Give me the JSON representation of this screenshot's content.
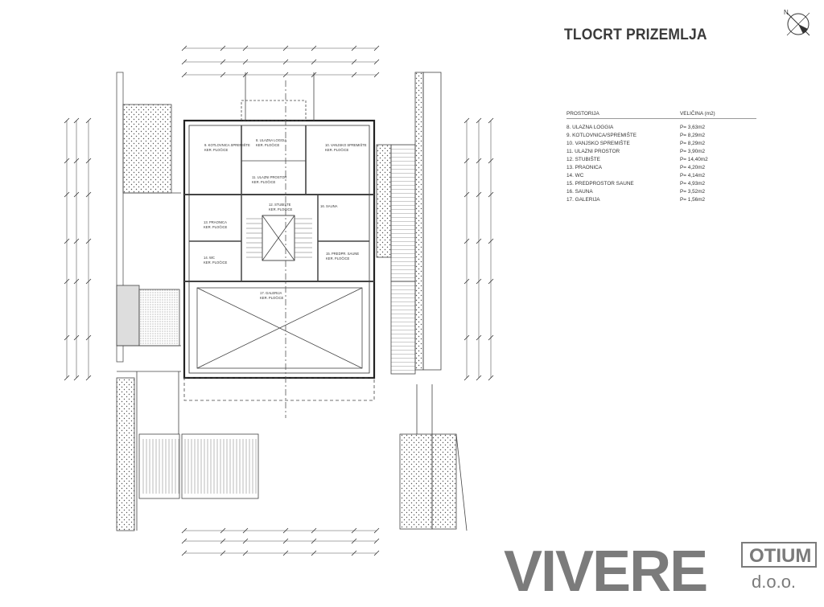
{
  "title": "TLOCRT PRIZEMLJA",
  "table": {
    "col_room": "PROSTORIJA",
    "col_size": "VELIČINA (m2)",
    "rows": [
      {
        "room": "8. ULAZNA LOGGIA",
        "size": "P= 3,63m2"
      },
      {
        "room": "9. KOTLOVNICA/SPREMIŠTE",
        "size": "P= 8,29m2"
      },
      {
        "room": "10. VANJSKO SPREMIŠTE",
        "size": "P= 8,29m2"
      },
      {
        "room": "11. ULAZNI PROSTOR",
        "size": "P= 3,90m2"
      },
      {
        "room": "12. STUBIŠTE",
        "size": "P= 14,40m2"
      },
      {
        "room": "13. PRAONICA",
        "size": "P= 4,20m2"
      },
      {
        "room": "14. WC",
        "size": "P= 4,14m2"
      },
      {
        "room": "15. PREDPROSTOR SAUNE",
        "size": "P= 4,93m2"
      },
      {
        "room": "16. SAUNA",
        "size": "P= 3,52m2"
      },
      {
        "room": "17. GALERIJA",
        "size": "P= 1,56m2"
      }
    ]
  },
  "plan_labels": {
    "r8": "8. ULAZNA LOGGIA",
    "r9": "9. KOTLOVNICA SPREMIŠTE",
    "r10": "10. VANJSKO SPREMIŠTE",
    "r11": "11. ULAZNI PROSTOR",
    "r12": "12. STUBIŠTE",
    "r13": "13. PRAONICA",
    "r14": "14. WC",
    "r15": "15. PREDPR. SAUNE",
    "r16": "16. SAUNA",
    "r17": "17. GALERIJA",
    "floor": "KER. PLOČICE"
  },
  "logo": {
    "main": "VIVERE",
    "otium": "OTIUM",
    "doo": "d.o.o."
  },
  "colors": {
    "line": "#444444",
    "logo": "#7b7b7b"
  }
}
